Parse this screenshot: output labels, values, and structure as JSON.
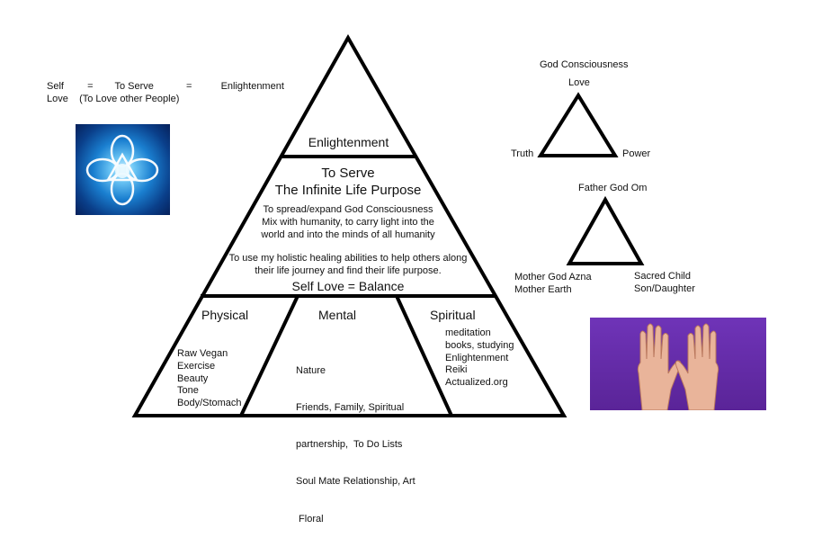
{
  "equation": {
    "line1": [
      "Self",
      "=",
      "To Serve",
      "=",
      "Enlightenment"
    ],
    "line2": "Love    (To Love other People)"
  },
  "pyramid": {
    "top": "Enlightenment",
    "middle_title_1": "To Serve",
    "middle_title_2": "The Infinite Life Purpose",
    "middle_para_1": [
      "To spread/expand God  Consciousness",
      "Mix with humanity, to carry light into the",
      "world and into the minds of all humanity"
    ],
    "middle_para_2": [
      "To use my holistic healing abilities to help others along",
      "their life journey and find their life purpose."
    ],
    "middle_bottom": "Self Love = Balance",
    "base": [
      {
        "title": "Physical",
        "items": [
          "Raw Vegan",
          "Exercise",
          "Beauty",
          "Tone",
          "Body/Stomach"
        ]
      },
      {
        "title": "Mental",
        "items": [
          "Nature",
          "Friends, Family, Spiritual",
          "partnership,  To Do Lists",
          "Soul Mate Relationship, Art",
          " Floral"
        ]
      },
      {
        "title": "Spiritual",
        "items": [
          "meditation",
          "books, studying",
          "Enlightenment",
          "Reiki",
          "Actualized.org"
        ]
      }
    ]
  },
  "triangle1": {
    "caption": "God Consciousness",
    "top": "Love",
    "left": "Truth",
    "right": "Power"
  },
  "triangle2": {
    "top": "Father God Om",
    "left": [
      "Mother God Azna",
      "Mother Earth"
    ],
    "right": [
      "Sacred Child",
      "Son/Daughter"
    ]
  },
  "colors": {
    "stroke": "#000000",
    "purple": "#6a2bb0",
    "blue": "#1466c2"
  }
}
